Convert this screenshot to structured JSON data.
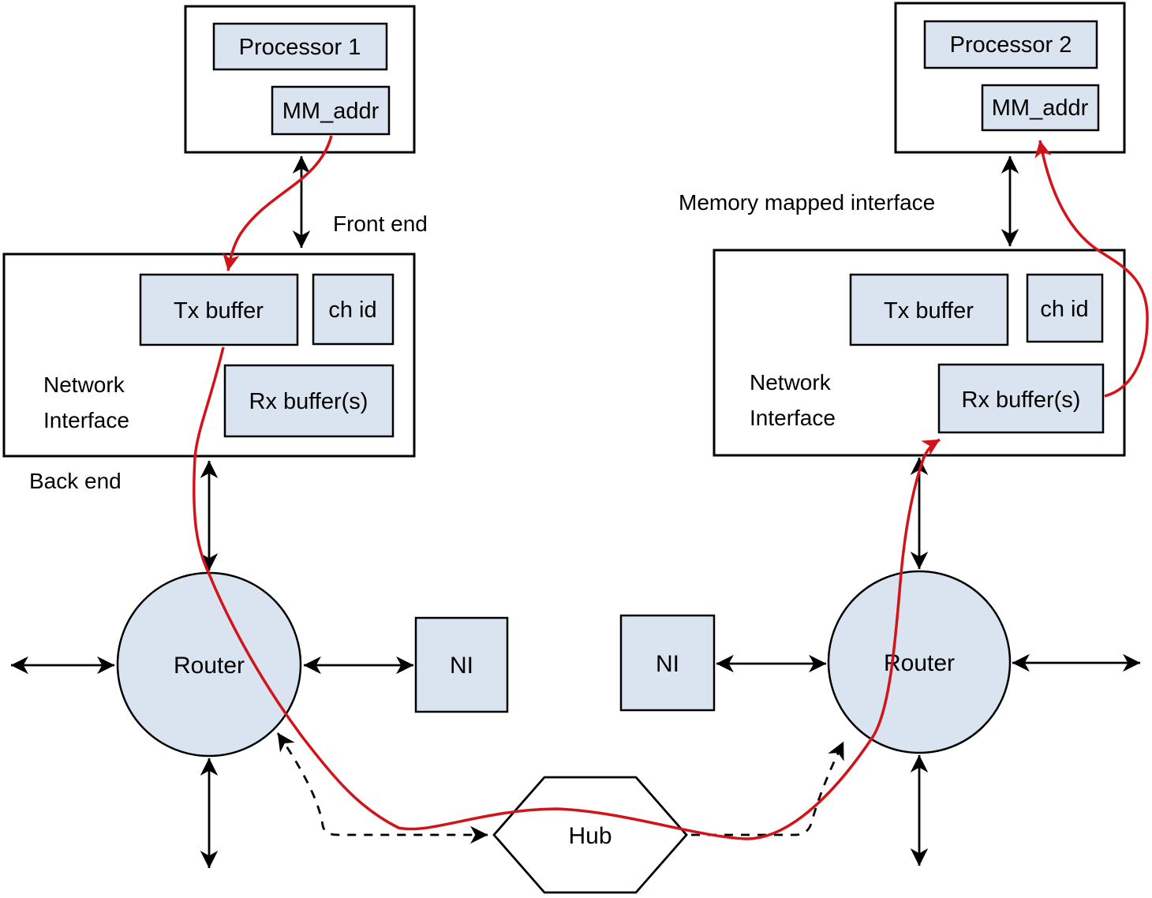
{
  "colors": {
    "node_fill": "#d9e4f0",
    "line": "#000000",
    "flow": "#d2141a",
    "bg": "#ffffff"
  },
  "processor1": {
    "title": "Processor 1",
    "register": "MM_addr"
  },
  "processor2": {
    "title": "Processor 2",
    "register": "MM_addr"
  },
  "labels": {
    "front_end": "Front end",
    "back_end": "Back end",
    "memory_mapped": "Memory mapped interface"
  },
  "ni_left": {
    "name_line1": "Network",
    "name_line2": "Interface",
    "tx": "Tx buffer",
    "ch_id": "ch id",
    "rx": "Rx buffer(s)"
  },
  "ni_right": {
    "name_line1": "Network",
    "name_line2": "Interface",
    "tx": "Tx buffer",
    "ch_id": "ch id",
    "rx": "Rx buffer(s)"
  },
  "router_left": {
    "label": "Router"
  },
  "router_right": {
    "label": "Router"
  },
  "ni_node_left": {
    "label": "NI"
  },
  "ni_node_right": {
    "label": "NI"
  },
  "hub": {
    "label": "Hub"
  }
}
